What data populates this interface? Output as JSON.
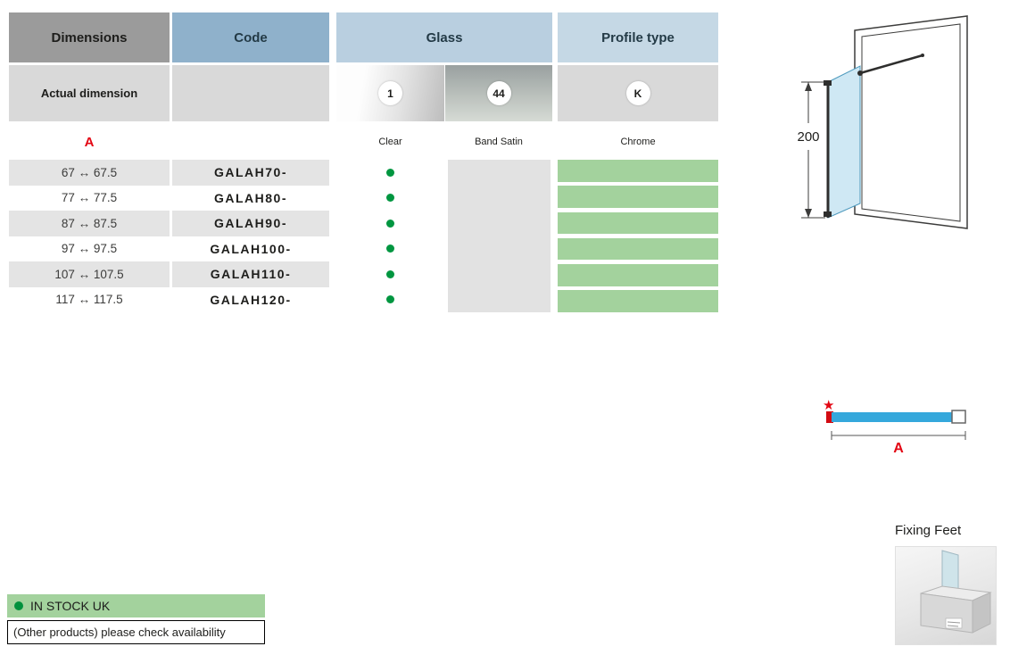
{
  "table": {
    "headers": {
      "dimensions": "Dimensions",
      "code": "Code",
      "glass": "Glass",
      "profile": "Profile type"
    },
    "subheader": {
      "actual_dimension": "Actual dimension",
      "dimension_label": "A"
    },
    "glass_options": [
      {
        "code": "1",
        "label": "Clear"
      },
      {
        "code": "44",
        "label": "Band Satin"
      }
    ],
    "profile_option": {
      "code": "K",
      "label": "Chrome"
    },
    "rows": [
      {
        "dimension": "67 ↔ 67.5",
        "code": "GALAH70-"
      },
      {
        "dimension": "77 ↔ 77.5",
        "code": "GALAH80-"
      },
      {
        "dimension": "87 ↔ 87.5",
        "code": "GALAH90-"
      },
      {
        "dimension": "97 ↔ 97.5",
        "code": "GALAH100-"
      },
      {
        "dimension": "107 ↔ 107.5",
        "code": "GALAH110-"
      },
      {
        "dimension": "117 ↔ 117.5",
        "code": "GALAH120-"
      }
    ]
  },
  "panel_diagram": {
    "height_label": "200"
  },
  "width_diagram": {
    "label": "A"
  },
  "fixing_feet": {
    "title": "Fixing Feet"
  },
  "stock": {
    "label": "IN STOCK UK",
    "note": "(Other products) please check availability"
  },
  "icons": {
    "star": "★"
  },
  "colors": {
    "accent_red": "#e30613",
    "dot_green": "#009640",
    "stock_green": "#a3d29d",
    "header_gray": "#9b9b9b",
    "header_blue": "#8fb1cb",
    "glass_header_blue": "#b9cfe0",
    "profile_header_blue": "#c5d8e5",
    "row_gray": "#e4e4e4",
    "glass_bar_blue": "#35a8dc"
  }
}
